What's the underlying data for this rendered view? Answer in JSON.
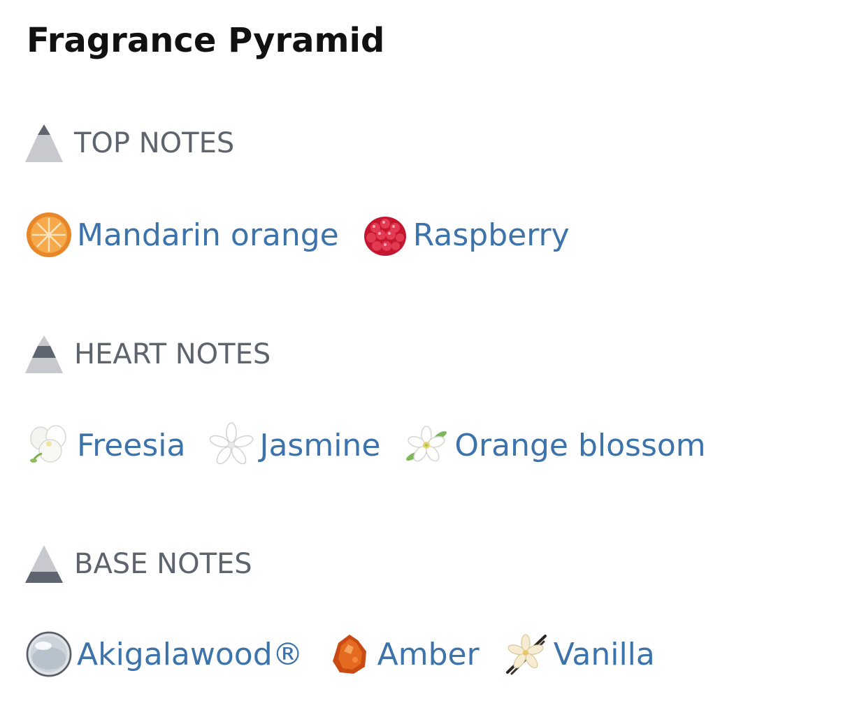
{
  "page": {
    "title": "Fragrance Pyramid"
  },
  "colors": {
    "link": "#3c73ab",
    "section_label": "#5e646e",
    "title": "#111111"
  },
  "sections": [
    {
      "label": "TOP NOTES",
      "icon": "pyramid-top-icon",
      "notes": [
        {
          "label": "Mandarin orange",
          "icon": "mandarin-orange-icon"
        },
        {
          "label": "Raspberry",
          "icon": "raspberry-icon"
        }
      ]
    },
    {
      "label": "HEART NOTES",
      "icon": "pyramid-heart-icon",
      "notes": [
        {
          "label": "Freesia",
          "icon": "freesia-icon"
        },
        {
          "label": "Jasmine",
          "icon": "jasmine-icon"
        },
        {
          "label": "Orange blossom",
          "icon": "orange-blossom-icon"
        }
      ]
    },
    {
      "label": "BASE NOTES",
      "icon": "pyramid-base-icon",
      "notes": [
        {
          "label": "Akigalawood®",
          "icon": "akigalawood-icon"
        },
        {
          "label": "Amber",
          "icon": "amber-icon"
        },
        {
          "label": "Vanilla",
          "icon": "vanilla-icon"
        }
      ]
    }
  ]
}
